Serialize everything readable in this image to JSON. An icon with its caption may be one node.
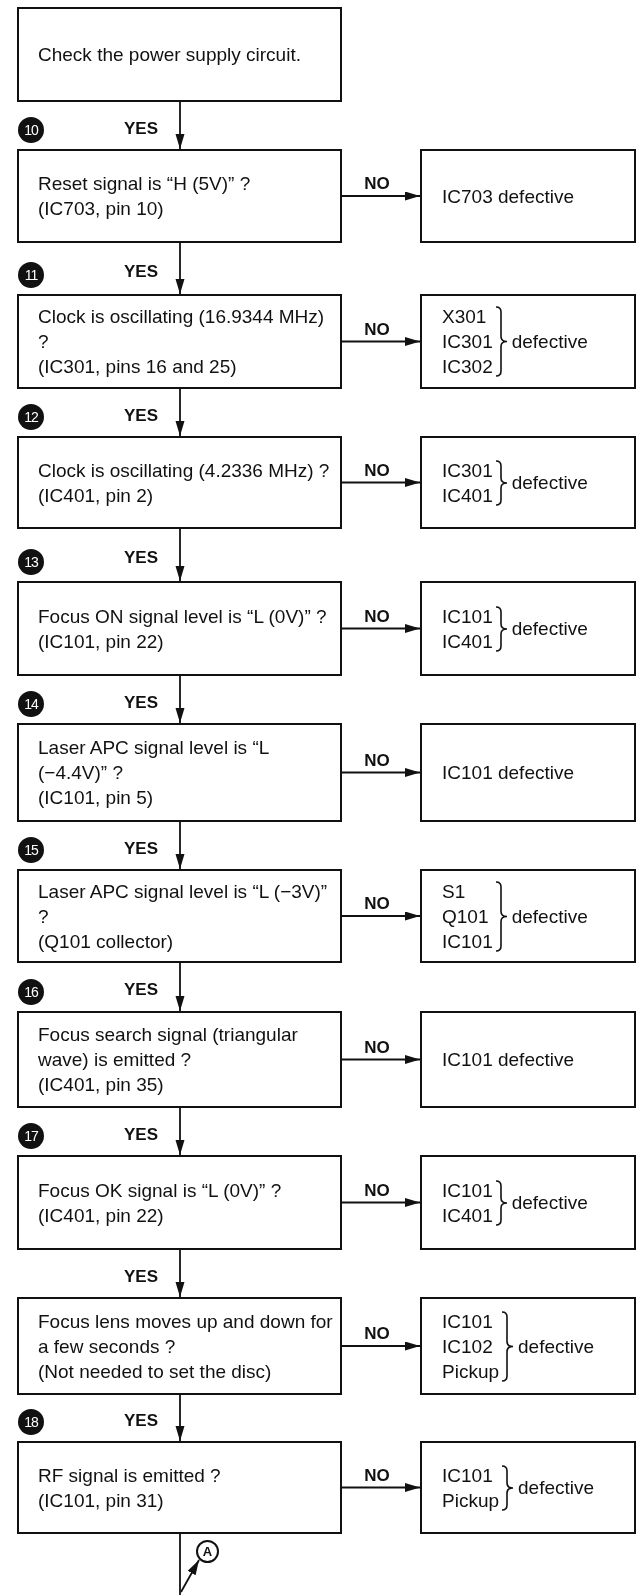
{
  "diagram": {
    "nodes": [
      {
        "text": [
          "Check the power supply circuit."
        ]
      },
      {
        "text": [
          "Reset signal is “H (5V)” ?",
          "(IC703, pin 10)"
        ],
        "beside": [
          "10"
        ]
      },
      {
        "text": [
          "IC703 defective"
        ]
      },
      {
        "text": [
          "Clock is oscillating (16.9344 MHz) ?",
          "(IC301, pins 16 and 25)"
        ],
        "beside": [
          "11"
        ]
      },
      {
        "text": [
          "X301",
          "IC301",
          "IC302",
          "defective"
        ]
      },
      {
        "text": [
          "Clock is oscillating (4.2336 MHz) ?",
          "(IC401, pin 2)"
        ],
        "beside": [
          "12"
        ]
      },
      {
        "text": [
          "IC301",
          "IC401",
          "defective"
        ]
      },
      {
        "text": [
          "Focus ON signal level is “L (0V)” ?",
          "(IC101, pin 22)"
        ],
        "beside": [
          "13"
        ]
      },
      {
        "text": [
          "IC101",
          "IC401",
          "defective"
        ]
      },
      {
        "text": [
          "Laser APC signal level is “L (−4.4V)” ?",
          "(IC101, pin 5)"
        ],
        "beside": [
          "14"
        ]
      },
      {
        "text": [
          "IC101 defective"
        ]
      },
      {
        "text": [
          "Laser APC signal level is “L (−3V)” ?",
          "(Q101 collector)"
        ],
        "beside": [
          "15"
        ]
      },
      {
        "text": [
          "S1",
          "Q101",
          "IC101",
          "defective"
        ]
      },
      {
        "text": [
          "Focus search signal (triangular wave) is emitted ?",
          "(IC401, pin 35)"
        ],
        "beside": [
          "16"
        ]
      },
      {
        "text": [
          "IC101 defective"
        ]
      },
      {
        "text": [
          "Focus OK signal is “L (0V)” ?",
          "(IC401, pin 22)"
        ],
        "beside": [
          "17"
        ]
      },
      {
        "text": [
          "IC101",
          "IC401",
          "defective"
        ]
      },
      {
        "text": [
          "Focus lens moves up and down for a few seconds ?",
          "(Not needed to set the disc)"
        ]
      },
      {
        "text": [
          "IC101",
          "IC102",
          "Pickup",
          "defective"
        ]
      },
      {
        "text": [
          "RF signal is emitted ?",
          "(IC101, pin 31)"
        ],
        "beside": [
          "18"
        ]
      },
      {
        "text": [
          "IC101",
          "Pickup",
          "defective"
        ]
      },
      {
        "text": [
          "A"
        ]
      }
    ],
    "edges": [
      {
        "from": 0,
        "to": 1,
        "arrow": "to",
        "label": "YES"
      },
      {
        "from": 1,
        "to": 2,
        "arrow": "to",
        "label": "NO"
      },
      {
        "from": 1,
        "to": 3,
        "arrow": "to",
        "label": "YES"
      },
      {
        "from": 3,
        "to": 4,
        "arrow": "to",
        "label": "NO"
      },
      {
        "from": 3,
        "to": 5,
        "arrow": "to",
        "label": "YES"
      },
      {
        "from": 5,
        "to": 6,
        "arrow": "to",
        "label": "NO"
      },
      {
        "from": 5,
        "to": 7,
        "arrow": "to",
        "label": "YES"
      },
      {
        "from": 7,
        "to": 8,
        "arrow": "to",
        "label": "NO"
      },
      {
        "from": 7,
        "to": 9,
        "arrow": "to",
        "label": "YES"
      },
      {
        "from": 9,
        "to": 10,
        "arrow": "to",
        "label": "NO"
      },
      {
        "from": 9,
        "to": 11,
        "arrow": "to",
        "label": "YES"
      },
      {
        "from": 11,
        "to": 12,
        "arrow": "to",
        "label": "NO"
      },
      {
        "from": 11,
        "to": 13,
        "arrow": "to",
        "label": "YES"
      },
      {
        "from": 13,
        "to": 14,
        "arrow": "to",
        "label": "NO"
      },
      {
        "from": 13,
        "to": 15,
        "arrow": "to",
        "label": "YES"
      },
      {
        "from": 15,
        "to": 16,
        "arrow": "to",
        "label": "NO"
      },
      {
        "from": 15,
        "to": 17,
        "arrow": "to",
        "label": "YES"
      },
      {
        "from": 17,
        "to": 18,
        "arrow": "to",
        "label": "NO"
      },
      {
        "from": 17,
        "to": 19,
        "arrow": "to",
        "label": "YES"
      },
      {
        "from": 19,
        "to": 20,
        "arrow": "to",
        "label": "NO"
      },
      {
        "from": 19,
        "to": null,
        "arrow": "none"
      },
      {
        "from": null,
        "to": 21,
        "arrow": "to"
      }
    ]
  }
}
